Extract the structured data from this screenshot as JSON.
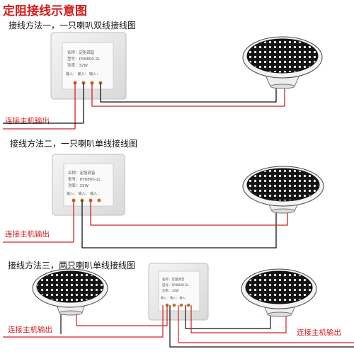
{
  "title": "定阻接线示意图",
  "sections": [
    {
      "heading": "接线方法一，一只喇叭双线接线图",
      "label": "连接主机输出"
    },
    {
      "heading": "接线方法二，一只喇叭单线接线图",
      "label": "连接主机输出"
    },
    {
      "heading": "接线方法三，两只喇叭单线接线图",
      "label_left": "连接主机输出",
      "label_right": "连接主机输出"
    }
  ],
  "panel": {
    "name": "名称：定阻调音",
    "model": "型号：DY6800-2L",
    "power": "功率：32W",
    "ports": "输入：  输入：  输入："
  },
  "colors": {
    "title": "#d21c1c",
    "wire_red": "#d02020",
    "wire_black": "#111111"
  }
}
